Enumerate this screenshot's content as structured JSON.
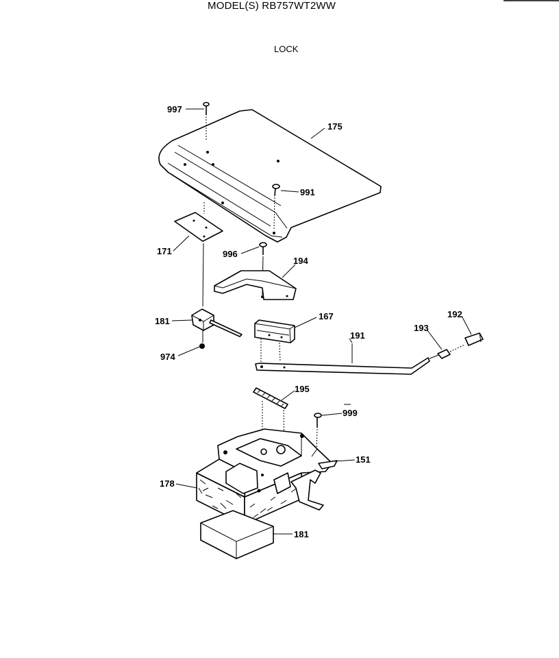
{
  "header": {
    "model": "MODEL(S) RB757WT2WW",
    "section": "LOCK"
  },
  "labels": {
    "l997": "997",
    "l175": "175",
    "l991": "991",
    "l171": "171",
    "l996": "996",
    "l194": "194",
    "l181a": "181",
    "l167": "167",
    "l974": "974",
    "l191": "191",
    "l193": "193",
    "l192": "192",
    "l195": "195",
    "l999": "999",
    "l151": "151",
    "l178": "178",
    "l181b": "181"
  }
}
